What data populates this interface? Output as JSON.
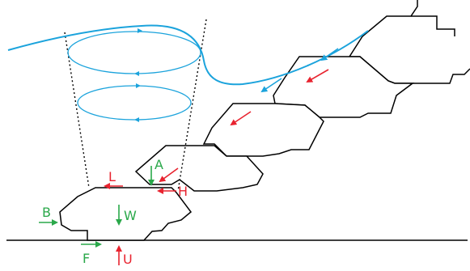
{
  "colors": {
    "outline": "#000000",
    "flow": "#1ba3dc",
    "force_red": "#e8232f",
    "force_green": "#2aa84a"
  },
  "labels": {
    "lift": "L",
    "hydrodynamic": "H",
    "added_mass": "A",
    "weight": "W",
    "buoyancy": "B",
    "friction": "F",
    "uplift": "U"
  }
}
